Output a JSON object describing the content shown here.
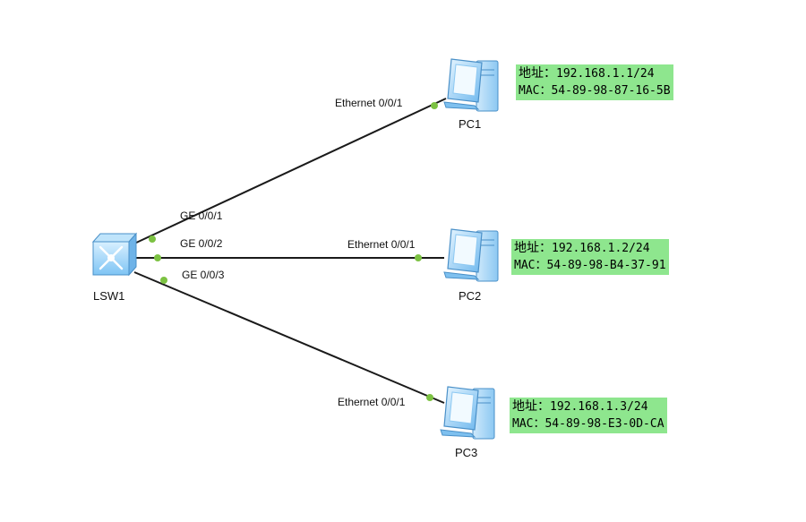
{
  "switch": {
    "name": "LSW1"
  },
  "pcs": [
    {
      "name": "PC1",
      "addr_label": "地址：",
      "addr": "192.168.1.1/24",
      "mac_label": "MAC：",
      "mac": "54-89-98-87-16-5B",
      "pc_port": "Ethernet 0/0/1",
      "sw_port": "GE 0/0/1"
    },
    {
      "name": "PC2",
      "addr_label": "地址：",
      "addr": "192.168.1.2/24",
      "mac_label": "MAC：",
      "mac": "54-89-98-B4-37-91",
      "pc_port": "Ethernet 0/0/1",
      "sw_port": "GE 0/0/2"
    },
    {
      "name": "PC3",
      "addr_label": "地址：",
      "addr": "192.168.1.3/24",
      "mac_label": "MAC：",
      "mac": "54-89-98-E3-0D-CA",
      "pc_port": "Ethernet 0/0/1",
      "sw_port": "GE 0/0/3"
    }
  ],
  "colors": {
    "link": "#1a1a1a",
    "port_dot": "#7cc242",
    "info_bg": "#8ee68e",
    "device": "#5aa9f0"
  },
  "icons": {
    "switch": "switch-icon",
    "pc": "pc-icon"
  }
}
